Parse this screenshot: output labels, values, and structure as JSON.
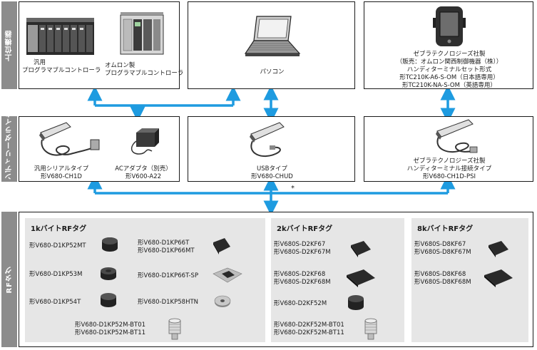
{
  "sections": {
    "host": "上位機器",
    "reader_writer": "ハンディリーダライタ",
    "rf_tag": "RFタグ"
  },
  "host_devices": {
    "plc_general": [
      "汎用",
      "プログラマブルコントローラ"
    ],
    "plc_omron": [
      "オムロン製",
      "プログラマブルコントローラ"
    ],
    "pc": "パソコン",
    "handy_terminal": [
      "ゼブラテクノロジーズ社製",
      "（販売：オムロン関西制御機器（株））",
      "ハンディターミナルセット形式",
      "形TC210K-A6-S-OM（日本語専用）",
      "形TC210K-NA-S-OM（英語専用）"
    ]
  },
  "reader_writers": {
    "serial": [
      "汎用シリアルタイプ",
      "形V680-CH1D"
    ],
    "ac_adapter": [
      "ACアダプタ（別売）",
      "形V600-A22"
    ],
    "usb": [
      "USBタイプ",
      "形V680-CHUD"
    ],
    "handy_connect": [
      "ゼブラテクノロジーズ社製",
      "ハンディターミナル接続タイプ",
      "形V680-CH1D-PSI"
    ]
  },
  "footnote_mark": "*",
  "rf_tags": {
    "panel_1k": {
      "title": "1kバイトRFタグ",
      "items": [
        [
          "形V680-D1KP52MT"
        ],
        [
          "形V680-D1KP66T",
          "形V680-D1KP66MT"
        ],
        [
          "形V680-D1KP53M"
        ],
        [
          "形V680-D1KP66T-SP"
        ],
        [
          "形V680-D1KP54T"
        ],
        [
          "形V680-D1KP58HTN"
        ],
        [
          "形V680-D1KP52M-BT01",
          "形V680-D1KP52M-BT11"
        ]
      ]
    },
    "panel_2k": {
      "title": "2kバイトRFタグ",
      "items": [
        [
          "形V680S-D2KF67",
          "形V680S-D2KF67M"
        ],
        [
          "形V680S-D2KF68",
          "形V680S-D2KF68M"
        ],
        [
          "形V680-D2KF52M"
        ],
        [
          "形V680-D2KF52M-BT01",
          "形V680-D2KF52M-BT11"
        ]
      ]
    },
    "panel_8k": {
      "title": "8kバイトRFタグ",
      "items": [
        [
          "形V680S-D8KF67",
          "形V680S-D8KF67M"
        ],
        [
          "形V680S-D8KF68",
          "形V680S-D8KF68M"
        ]
      ]
    }
  },
  "colors": {
    "arrow": "#1e9be0",
    "side_tab": "#8c8c8c",
    "panel": "#e6e6e6"
  }
}
